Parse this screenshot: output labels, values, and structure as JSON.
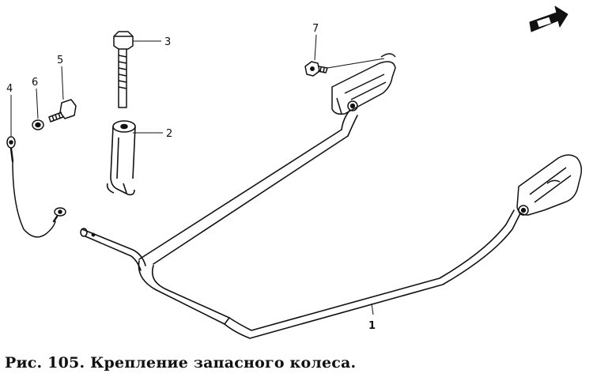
{
  "callouts": {
    "c1": "1",
    "c2": "2",
    "c3": "3",
    "c4": "4",
    "c5": "5",
    "c6": "6",
    "c7": "7"
  },
  "caption": "Рис. 105. Крепление запасного колеса.",
  "colors": {
    "ink": "#111111",
    "paper": "#ffffff"
  }
}
